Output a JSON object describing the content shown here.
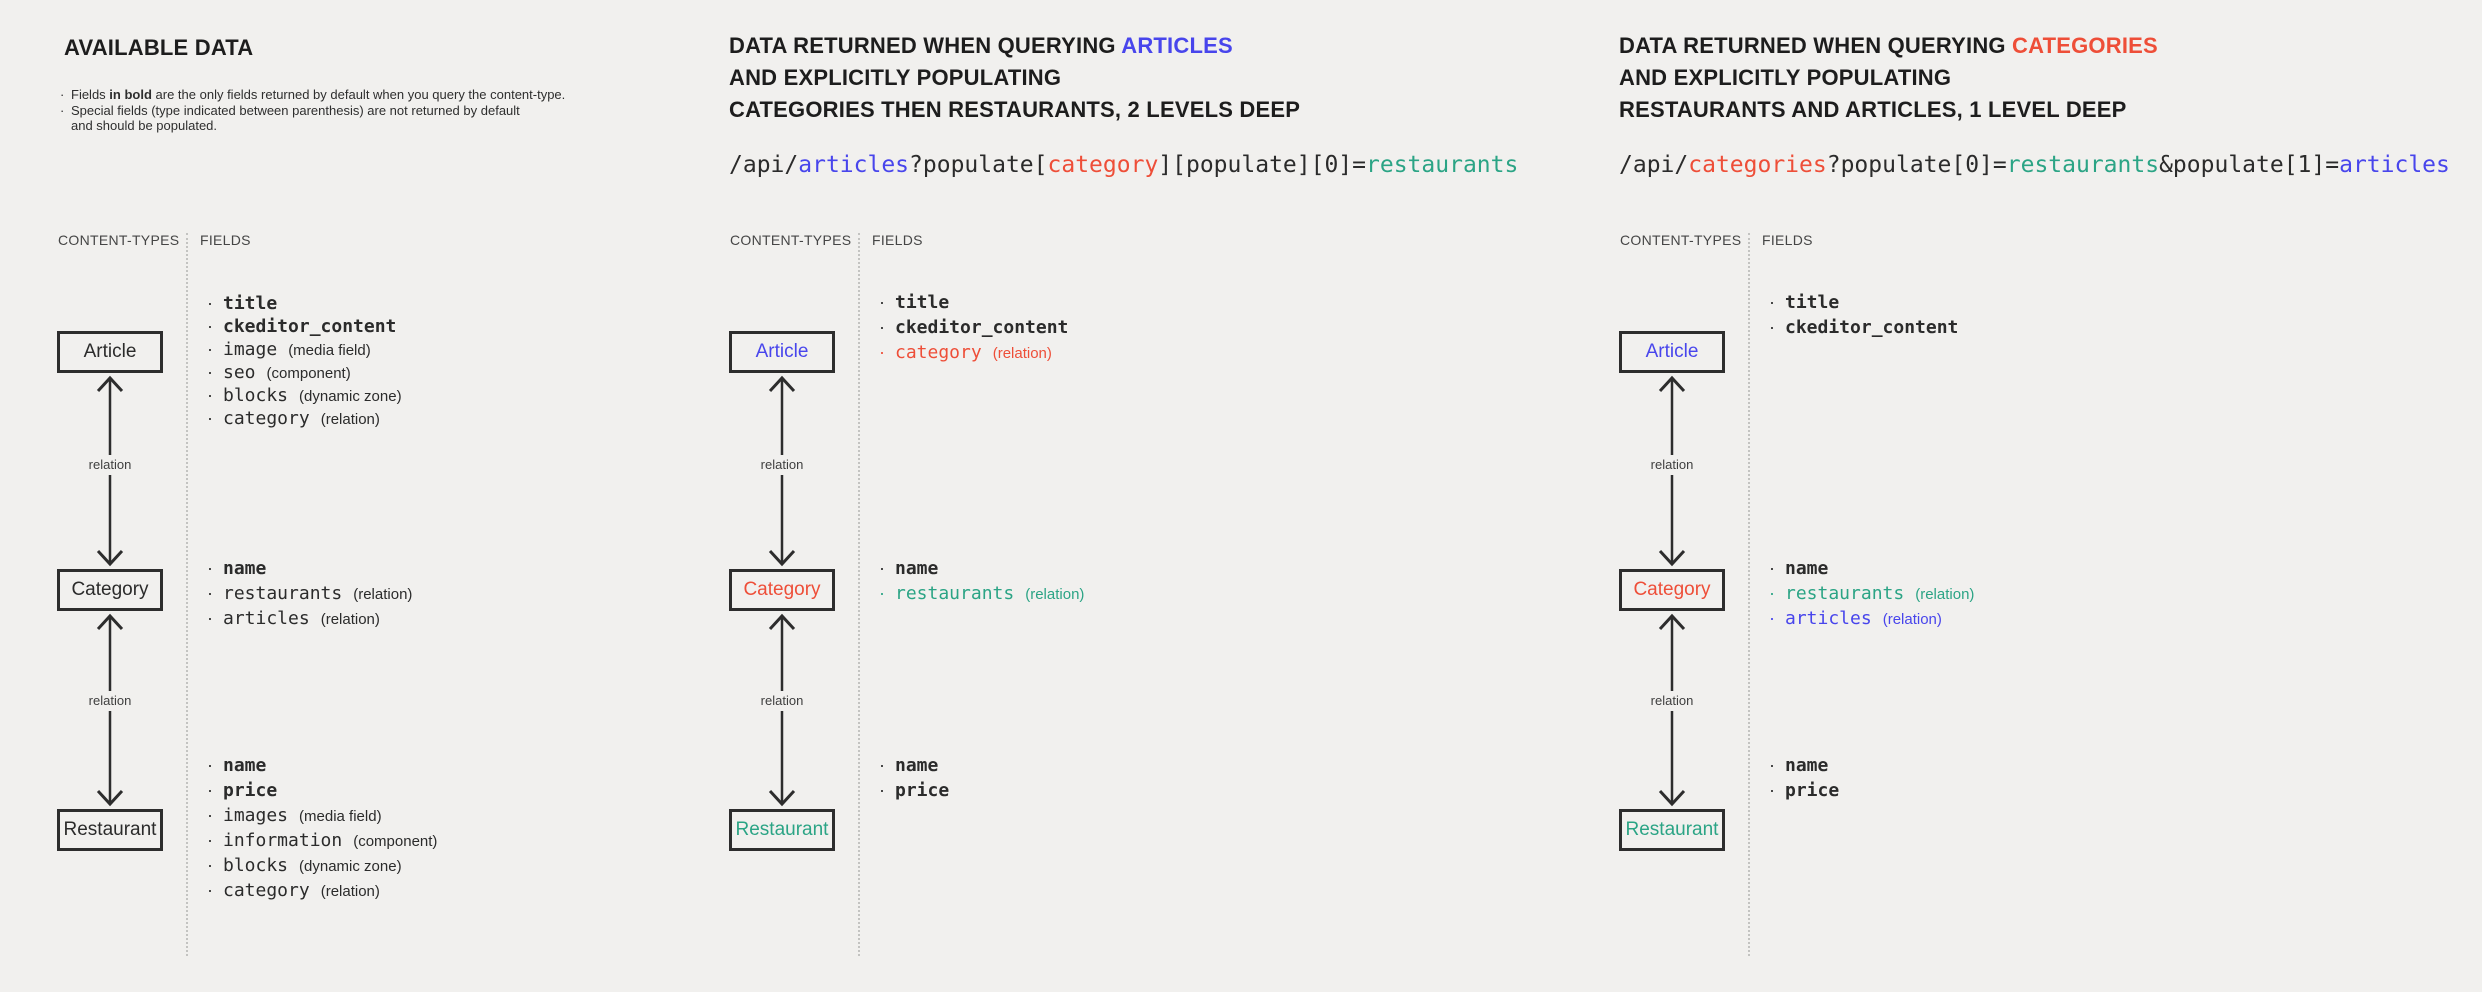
{
  "colors": {
    "background": "#f1f0ee",
    "text": "#2b2b2b",
    "blue": "#4845ec",
    "red": "#ee4e38",
    "teal": "#2ba485"
  },
  "labels": {
    "content_types": "CONTENT-TYPES",
    "fields": "FIELDS",
    "relation": "relation"
  },
  "panels": [
    {
      "title": "AVAILABLE DATA",
      "notes": {
        "n1_pre": "Fields ",
        "n1_bold": "in bold",
        "n1_post": " are the only fields returned by default when you query the content-type.",
        "n2_line1": "Special fields (type indicated between parenthesis) are not returned by default",
        "n2_line2": "and should be populated."
      },
      "boxes": [
        {
          "label": "Article",
          "color": "ink",
          "fields": [
            {
              "name": "title",
              "bold": true,
              "color": "ink"
            },
            {
              "name": "ckeditor_content",
              "bold": true,
              "color": "ink"
            },
            {
              "name": "image",
              "type": "(media field)",
              "color": "ink"
            },
            {
              "name": "seo",
              "type": "(component)",
              "color": "ink"
            },
            {
              "name": "blocks",
              "type": "(dynamic zone)",
              "color": "ink"
            },
            {
              "name": "category",
              "type": "(relation)",
              "color": "ink"
            }
          ]
        },
        {
          "label": "Category",
          "color": "ink",
          "fields": [
            {
              "name": "name",
              "bold": true,
              "color": "ink"
            },
            {
              "name": "restaurants",
              "type": "(relation)",
              "color": "ink"
            },
            {
              "name": "articles",
              "type": "(relation)",
              "color": "ink"
            }
          ]
        },
        {
          "label": "Restaurant",
          "color": "ink",
          "fields": [
            {
              "name": "name",
              "bold": true,
              "color": "ink"
            },
            {
              "name": "price",
              "bold": true,
              "color": "ink"
            },
            {
              "name": "images",
              "type": "(media field)",
              "color": "ink"
            },
            {
              "name": "information",
              "type": "(component)",
              "color": "ink"
            },
            {
              "name": "blocks",
              "type": "(dynamic zone)",
              "color": "ink"
            },
            {
              "name": "category",
              "type": "(relation)",
              "color": "ink"
            }
          ]
        }
      ]
    },
    {
      "title_pre": "DATA RETURNED WHEN QUERYING ",
      "title_highlight": "ARTICLES",
      "title_highlight_color": "blue",
      "title_line2": "AND EXPLICITLY POPULATING",
      "title_line3": "CATEGORIES THEN RESTAURANTS, 2 LEVELS DEEP",
      "code": [
        {
          "t": "/api/",
          "c": "ink"
        },
        {
          "t": "articles",
          "c": "blue"
        },
        {
          "t": "?populate[",
          "c": "ink"
        },
        {
          "t": "category",
          "c": "red"
        },
        {
          "t": "][populate][0]=",
          "c": "ink"
        },
        {
          "t": "restaurants",
          "c": "teal"
        }
      ],
      "boxes": [
        {
          "label": "Article",
          "color": "blue",
          "fields": [
            {
              "name": "title",
              "bold": true,
              "color": "ink"
            },
            {
              "name": "ckeditor_content",
              "bold": true,
              "color": "ink"
            },
            {
              "name": "category",
              "type": "(relation)",
              "color": "red"
            }
          ]
        },
        {
          "label": "Category",
          "color": "red",
          "fields": [
            {
              "name": "name",
              "bold": true,
              "color": "ink"
            },
            {
              "name": "restaurants",
              "type": "(relation)",
              "color": "teal"
            }
          ]
        },
        {
          "label": "Restaurant",
          "color": "teal",
          "fields": [
            {
              "name": "name",
              "bold": true,
              "color": "ink"
            },
            {
              "name": "price",
              "bold": true,
              "color": "ink"
            }
          ]
        }
      ]
    },
    {
      "title_pre": "DATA RETURNED WHEN QUERYING ",
      "title_highlight": "CATEGORIES",
      "title_highlight_color": "red",
      "title_line2": "AND EXPLICITLY POPULATING",
      "title_line3": "RESTAURANTS AND ARTICLES, 1 LEVEL DEEP",
      "code": [
        {
          "t": "/api/",
          "c": "ink"
        },
        {
          "t": "categories",
          "c": "red"
        },
        {
          "t": "?populate[0]=",
          "c": "ink"
        },
        {
          "t": "restaurants",
          "c": "teal"
        },
        {
          "t": "&populate[1]=",
          "c": "ink"
        },
        {
          "t": "articles",
          "c": "blue"
        }
      ],
      "boxes": [
        {
          "label": "Article",
          "color": "blue",
          "fields": [
            {
              "name": "title",
              "bold": true,
              "color": "ink"
            },
            {
              "name": "ckeditor_content",
              "bold": true,
              "color": "ink"
            }
          ]
        },
        {
          "label": "Category",
          "color": "red",
          "fields": [
            {
              "name": "name",
              "bold": true,
              "color": "ink"
            },
            {
              "name": "restaurants",
              "type": "(relation)",
              "color": "teal"
            },
            {
              "name": "articles",
              "type": "(relation)",
              "color": "blue"
            }
          ]
        },
        {
          "label": "Restaurant",
          "color": "teal",
          "fields": [
            {
              "name": "name",
              "bold": true,
              "color": "ink"
            },
            {
              "name": "price",
              "bold": true,
              "color": "ink"
            }
          ]
        }
      ]
    }
  ]
}
